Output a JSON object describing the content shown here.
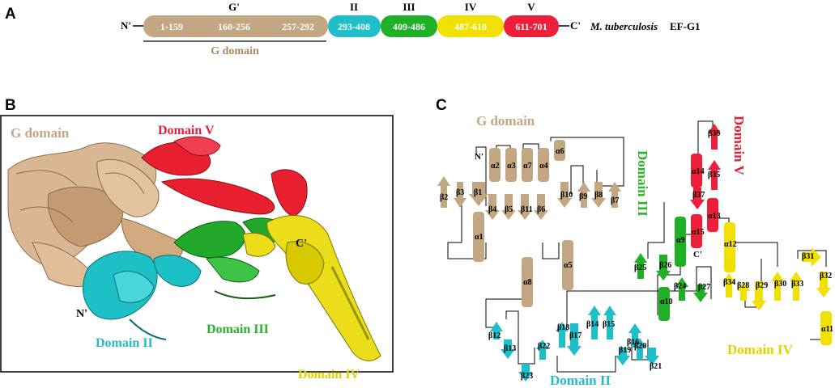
{
  "panel_labels": {
    "a": "A",
    "b": "B",
    "c": "C"
  },
  "colors": {
    "g_domain": "#c2a782",
    "domain_ii": "#1ebfc8",
    "domain_iii": "#1fb026",
    "domain_iv": "#f0e100",
    "domain_v": "#ee1f3a",
    "g_domain_text": "#a48a5e",
    "domain_ii_text": "#27b9c6",
    "domain_iii_text": "#26b428",
    "domain_iv_text": "#e6d100",
    "domain_v_text": "#e71d36"
  },
  "panel_a": {
    "n_term": "N'",
    "c_term": "C'",
    "organism_italic": "M. tuberculosis",
    "protein": "EF-G1",
    "g_domain_label": "G domain",
    "segments": [
      {
        "range": "1-159",
        "header": ""
      },
      {
        "range": "160-256",
        "header": "G'"
      },
      {
        "range": "257-292",
        "header": ""
      },
      {
        "range": "293-408",
        "header": "II"
      },
      {
        "range": "409-486",
        "header": "III"
      },
      {
        "range": "487-610",
        "header": "IV"
      },
      {
        "range": "611-701",
        "header": "V"
      }
    ]
  },
  "panel_b": {
    "g_domain": "G domain",
    "domain_v": "Domain V",
    "domain_ii": "Domain II",
    "domain_iii": "Domain III",
    "domain_iv": "Domain IV",
    "n_term": "N'",
    "c_term": "C'"
  },
  "panel_c": {
    "g_domain": "G domain",
    "domain_ii": "Domain II",
    "domain_iii": "Domain III",
    "domain_iv": "Domain IV",
    "domain_v": "Domain V",
    "n_term": "N'",
    "c_term": "C'",
    "g_elements": [
      "α1",
      "α2",
      "α3",
      "α4",
      "α5",
      "α6",
      "α7",
      "α8",
      "β1",
      "β2",
      "β3",
      "β4",
      "β5",
      "β6",
      "β7",
      "β8",
      "β9",
      "β10",
      "β11"
    ],
    "ii_elements": [
      "β12",
      "β13",
      "β14",
      "β15",
      "β16",
      "β17",
      "β18",
      "β19",
      "β20",
      "β21",
      "β22",
      "β23"
    ],
    "iii_elements": [
      "α9",
      "α10",
      "β24",
      "β25",
      "β26",
      "β27"
    ],
    "iv_elements": [
      "α11",
      "α12",
      "β28",
      "β29",
      "β30",
      "β31",
      "β32",
      "β33",
      "β34"
    ],
    "v_elements": [
      "α13",
      "α14",
      "α15",
      "β35",
      "β36",
      "β37"
    ]
  }
}
